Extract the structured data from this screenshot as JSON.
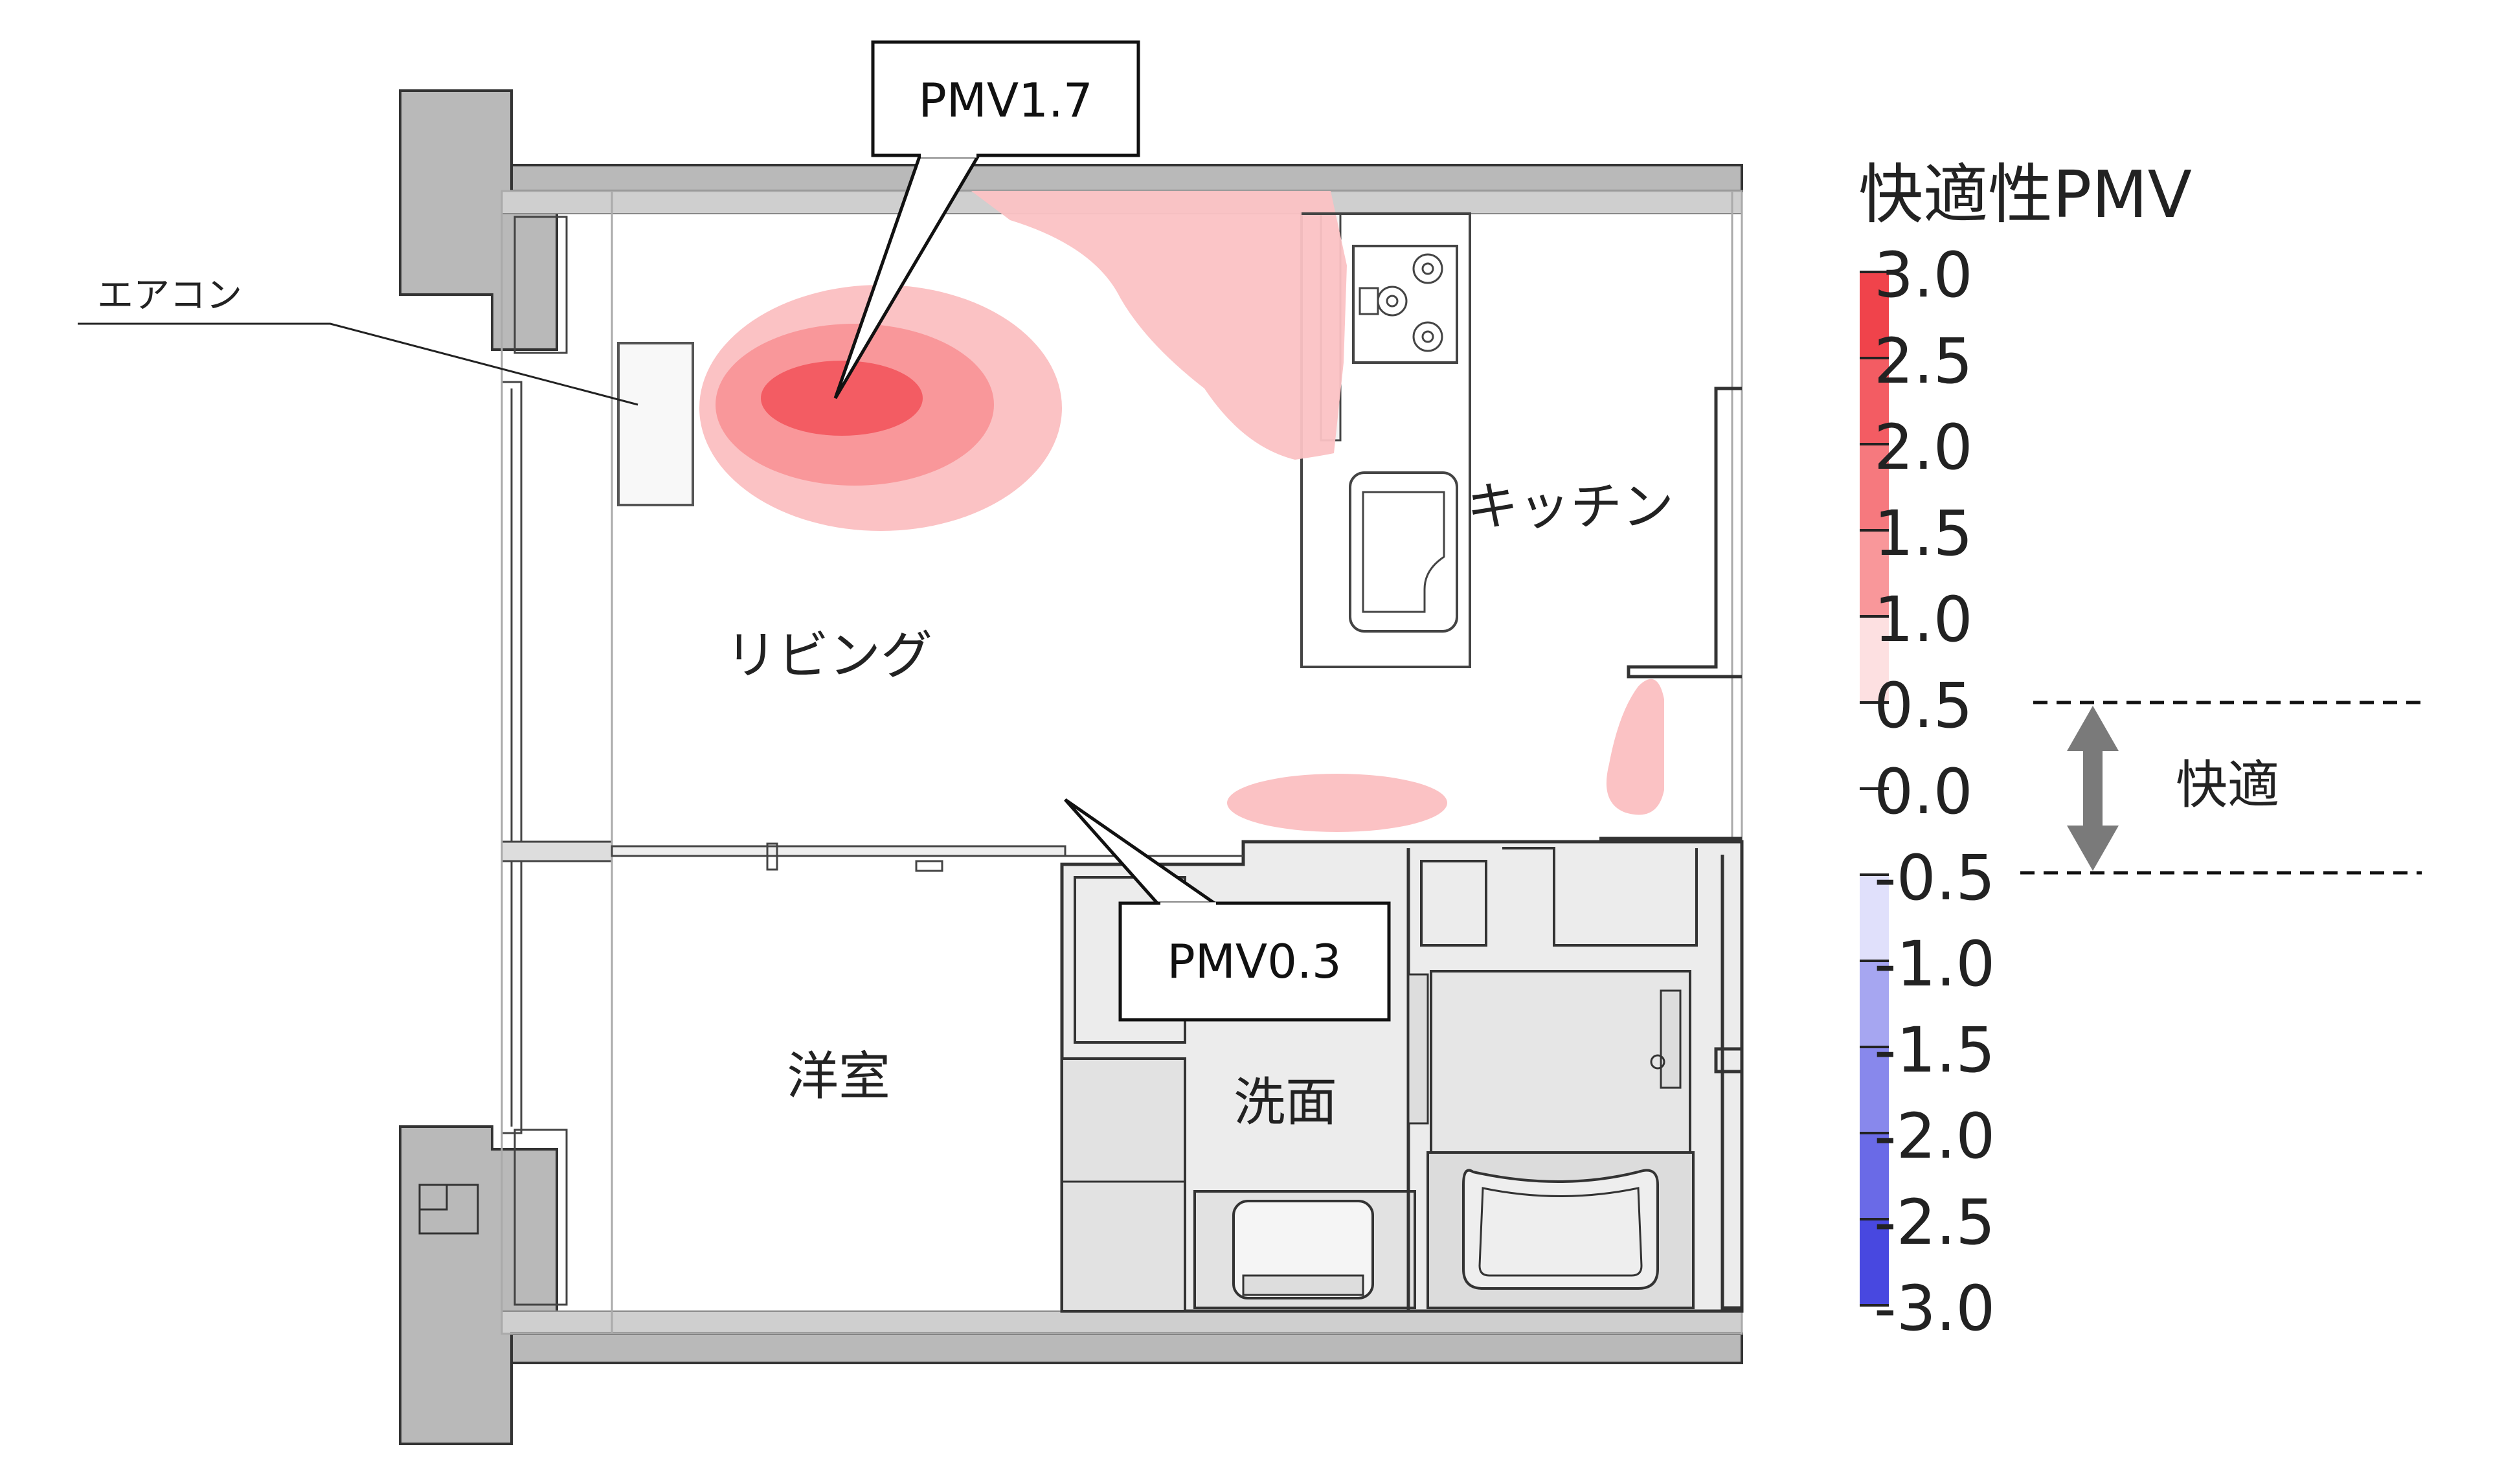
{
  "labels": {
    "aircon": "エアコン",
    "living": "リビング",
    "kitchen": "キッチン",
    "western_room": "洋室",
    "washroom": "洗面"
  },
  "callouts": {
    "high": "PMV1.7",
    "low": "PMV0.3"
  },
  "legend": {
    "title": "快適性PMV",
    "comfort_label": "快適",
    "ticks": [
      "3.0",
      "2.5",
      "2.0",
      "1.5",
      "1.0",
      "0.5",
      "0.0",
      "-0.5",
      "-1.0",
      "-1.5",
      "-2.0",
      "-2.5",
      "-3.0"
    ],
    "colors": {
      "3.0": "#f0434b",
      "2.5": "#f35c63",
      "2.0": "#f6797e",
      "1.5": "#f9979a",
      "1.0": "#fbc2c4",
      "0.5": "#fde0e1",
      "-0.5": "#e0e0fb",
      "-1.0": "#c3c3f6",
      "-1.5": "#a6a6f1",
      "-2.0": "#8888ec",
      "-2.5": "#6a6ae7",
      "-3.0": "#4848e0"
    }
  },
  "plan_colors": {
    "wall": "#b9b9b9",
    "wall_stroke": "#333333",
    "wet_area": "#ececec",
    "arrow": "#7a7a7a"
  }
}
